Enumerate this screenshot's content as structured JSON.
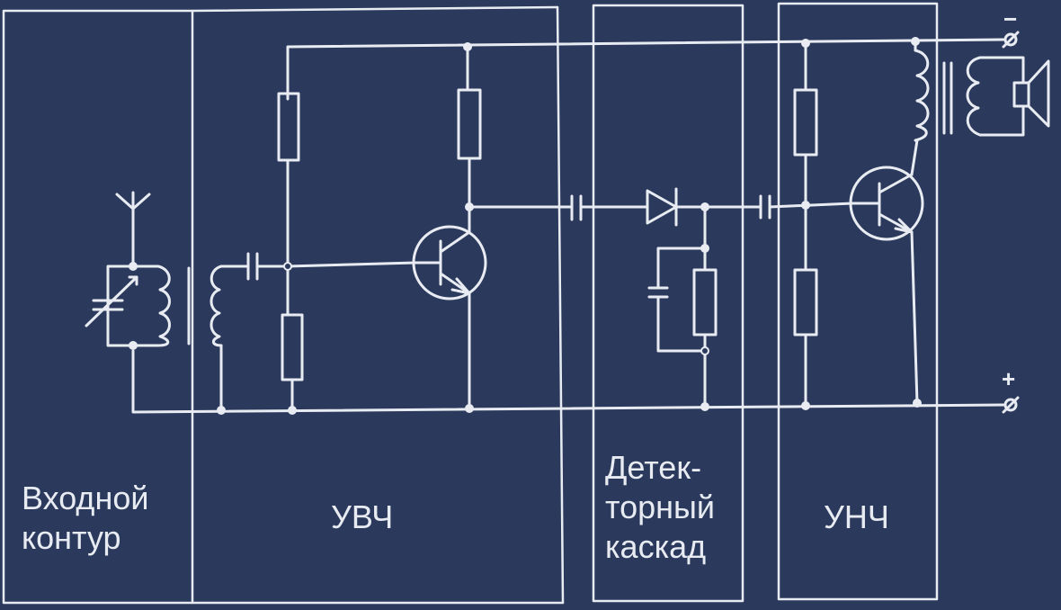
{
  "blocks": {
    "input_circuit": [
      "Входной",
      "контур"
    ],
    "rf_amplifier": "УВЧ",
    "detector": [
      "Детек-",
      "торный",
      "каскад"
    ],
    "af_amplifier": "УНЧ"
  },
  "terminals": {
    "negative": "−",
    "positive": "+"
  },
  "colors": {
    "background": "#2b3a5c",
    "line": "#e8ecf2"
  }
}
